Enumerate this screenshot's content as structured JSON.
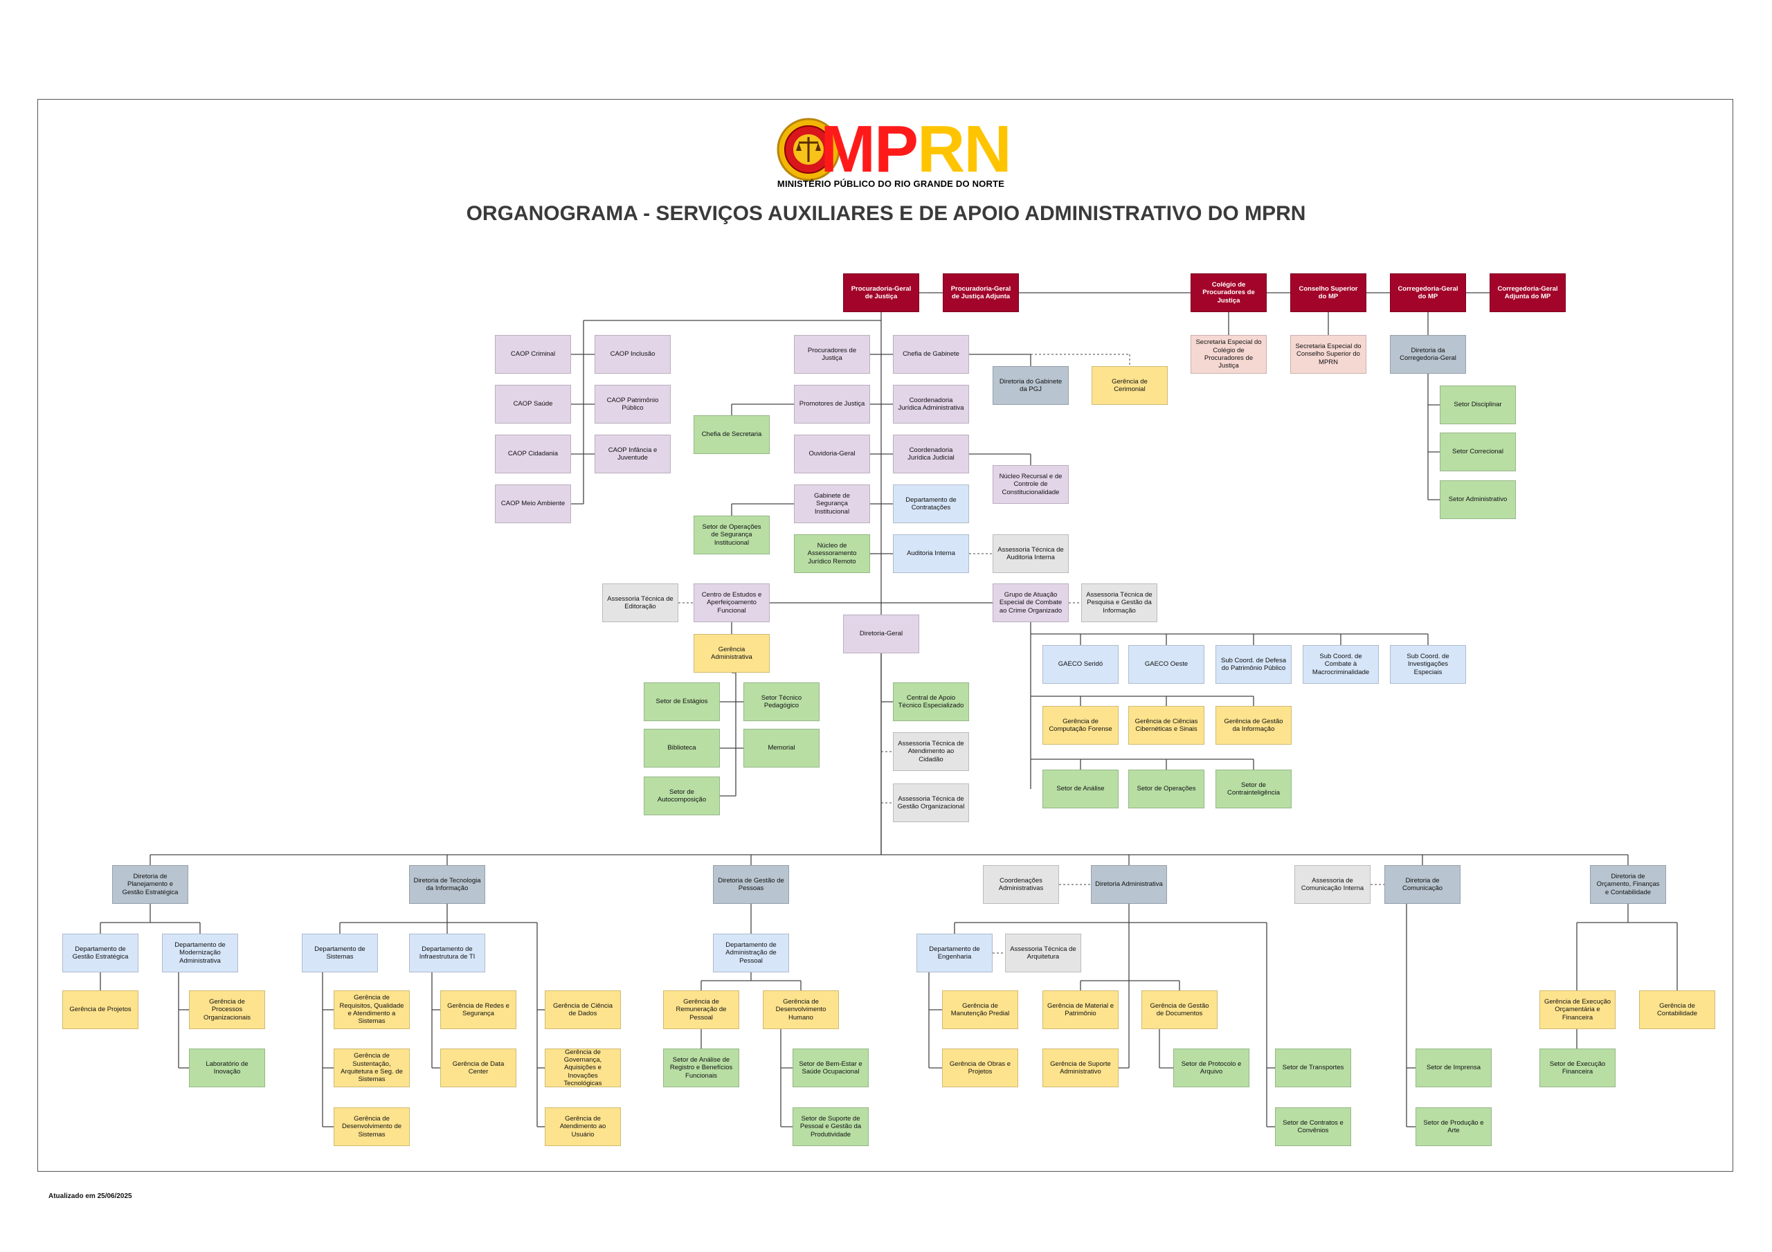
{
  "header": {
    "logo_text": "MPRN",
    "logo_subtitle": "MINISTÉRIO PÚBLICO DO RIO GRANDE DO NORTE",
    "title": "ORGANOGRAMA - SERVIÇOS AUXILIARES E DE APOIO ADMINISTRATIVO DO MPRN"
  },
  "footer": {
    "updated": "Atualizado em 25/06/2025"
  },
  "colors": {
    "red": "#a3052a",
    "pink": "#f6d8d3",
    "lilac": "#e3d5e8",
    "green": "#b8dea4",
    "yellow": "#fde38e",
    "blue": "#d6e5f8",
    "slate": "#b8c4cf",
    "grey": "#e4e4e4",
    "line": "#444444"
  },
  "nodes": {
    "pgj": "Procuradoria-Geral de Justiça",
    "pgj_adj": "Procuradoria-Geral de Justiça Adjunta",
    "colegio": "Colégio de Procuradores de Justiça",
    "conselho": "Conselho Superior do MP",
    "corregedoria": "Corregedoria-Geral do MP",
    "corregedoria_adj": "Corregedoria-Geral Adjunta do MP",
    "sec_colegio": "Secretaria Especial do Colégio de Procuradores de Justiça",
    "sec_conselho": "Secretaria Especial do Conselho Superior do MPRN",
    "dir_corregedoria": "Diretoria da Corregedoria-Geral",
    "setor_disciplinar": "Setor Disciplinar",
    "setor_correcional": "Setor Correcional",
    "setor_administrativo": "Setor Administrativo",
    "caop_criminal": "CAOP Criminal",
    "caop_saude": "CAOP Saúde",
    "caop_cidadania": "CAOP Cidadania",
    "caop_meio": "CAOP Meio Ambiente",
    "caop_inclusao": "CAOP Inclusão",
    "caop_patrimonio": "CAOP Patrimônio Público",
    "caop_infancia": "CAOP Infância e Juventude",
    "procuradores": "Procuradores de Justiça",
    "promotores": "Promotores de Justiça",
    "ouvidoria": "Ouvidoria-Geral",
    "gabinete_seg": "Gabinete de Segurança Institucional",
    "nucleo_remoto": "Núcleo de Assessoramento Jurídico Remoto",
    "chefia_secretaria": "Chefia de Secretaria",
    "setor_op_seg": "Setor de Operações de Segurança Institucional",
    "chefia_gabinete": "Chefia de Gabinete",
    "coord_admin": "Coordenadoria Jurídica Administrativa",
    "coord_judicial": "Coordenadoria Jurídica Judicial",
    "depto_contratacoes": "Departamento de Contratações",
    "auditoria": "Auditoria Interna",
    "dir_gabinete": "Diretoria do Gabinete da PGJ",
    "ger_cerimonial": "Gerência de Cerimonial",
    "nucleo_recursal": "Núcleo Recursal e de Controle de Constitucionalidade",
    "assess_auditoria": "Assessoria Técnica de Auditoria Interna",
    "assess_editoracao": "Assessoria Técnica de Editoração",
    "ceaf": "Centro de Estudos e Aperfeiçoamento Funcional",
    "ger_administrativa": "Gerência Administrativa",
    "setor_estagios": "Setor de Estágios",
    "biblioteca": "Biblioteca",
    "setor_autocomposicao": "Setor de Autocomposição",
    "setor_pedagogico": "Setor Técnico Pedagógico",
    "memorial": "Memorial",
    "diretoria_geral": "Diretoria-Geral",
    "central_apoio": "Central de Apoio Técnico Especializado",
    "assess_cidadao": "Assessoria Técnica de Atendimento ao Cidadão",
    "assess_gestao_org": "Assessoria Técnica de Gestão Organizacional",
    "gaeco": "Grupo de Atuação Especial de Combate ao Crime Organizado",
    "assess_pesquisa": "Assessoria Técnica de Pesquisa e Gestão da Informação",
    "gaeco_serido": "GAECO Seridó",
    "gaeco_oeste": "GAECO Oeste",
    "sub_patrimonio": "Sub Coord. de Defesa do Patrimônio Público",
    "sub_macro": "Sub Coord. de Combate à Macrocriminalidade",
    "sub_invest": "Sub Coord. de Investigações Especiais",
    "ger_computacao": "Gerência de Computação Forense",
    "ger_ciencias": "Gerência de Ciências Cibernéticas e Sinais",
    "ger_gestao_info": "Gerência de Gestão da Informação",
    "setor_analise": "Setor de Análise",
    "setor_operacoes": "Setor de Operações",
    "setor_contraint": "Setor de Contrainteligência",
    "dir_planejamento": "Diretoria de Planejamento e Gestão Estratégica",
    "depto_gestao_estr": "Departamento de Gestão Estratégica",
    "depto_modernizacao": "Departamento de Modernização Administrativa",
    "ger_projetos": "Gerência de Projetos",
    "ger_processos": "Gerência de Processos Organizacionais",
    "lab_inovacao": "Laboratório de Inovação",
    "dir_ti": "Diretoria de Tecnologia da Informação",
    "depto_sistemas": "Departamento de Sistemas",
    "depto_infra": "Departamento de Infraestrutura de TI",
    "ger_requisitos": "Gerência de Requisitos, Qualidade e Atendimento a Sistemas",
    "ger_sustentacao": "Gerência de Sustentação, Arquitetura e Seg. de Sistemas",
    "ger_desenv_sist": "Gerência de Desenvolvimento de Sistemas",
    "ger_redes": "Gerência de Redes e Segurança",
    "ger_datacenter": "Gerência de Data Center",
    "ger_ciencia_dados": "Gerência de Ciência de Dados",
    "ger_governanca": "Gerência de Governança, Aquisições e Inovações Tecnológicas",
    "ger_atend_usuario": "Gerência de Atendimento ao Usuário",
    "dir_pessoas": "Diretoria de Gestão de Pessoas",
    "depto_adm_pessoal": "Departamento de Administração de Pessoal",
    "ger_remuneracao": "Gerência de Remuneração de Pessoal",
    "ger_desenv_humano": "Gerência de Desenvolvimento Humano",
    "setor_registro": "Setor de Análise de Registro e Benefícios Funcionais",
    "setor_bem_estar": "Setor de Bem-Estar e Saúde Ocupacional",
    "setor_suporte_pessoal": "Setor de Suporte de Pessoal e Gestão da Produtividade",
    "coord_administrativas": "Coordenações Administrativas",
    "dir_administrativa": "Diretoria Administrativa",
    "depto_engenharia": "Departamento de Engenharia",
    "assess_arquitetura": "Assessoria Técnica de Arquitetura",
    "ger_manutencao": "Gerência de Manutenção Predial",
    "ger_obras": "Gerência de Obras e Projetos",
    "ger_material": "Gerência de Material e Patrimônio",
    "ger_suporte_adm": "Gerência de Suporte Administrativo",
    "ger_documentos": "Gerência de Gestão de Documentos",
    "setor_protocolo": "Setor de Protocolo e Arquivo",
    "setor_transportes": "Setor de Transportes",
    "setor_contratos": "Setor de Contratos e Convênios",
    "assess_com_interna": "Assessoria de Comunicação Interna",
    "dir_comunicacao": "Diretoria de Comunicação",
    "setor_imprensa": "Setor de Imprensa",
    "setor_producao": "Setor de Produção e Arte",
    "dir_orcamento": "Diretoria de Orçamento, Finanças e Contabilidade",
    "ger_execucao": "Gerência de Execução Orçamentária e Financeira",
    "setor_exec_fin": "Setor de Execução Financeira",
    "ger_contabilidade": "Gerência de Contabilidade"
  }
}
